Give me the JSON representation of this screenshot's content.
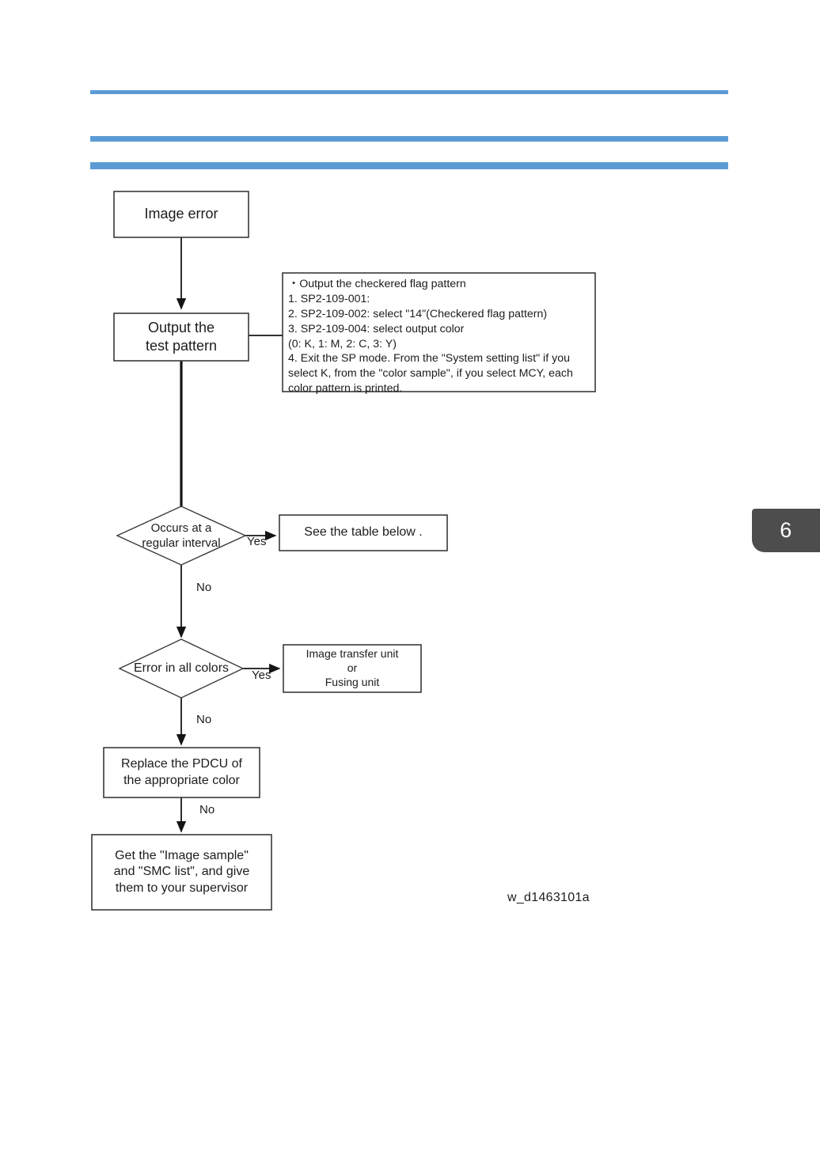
{
  "page": {
    "chapter_tab_number": "6",
    "figure_id": "w_d1463101a",
    "accent_color": "#5b9bd5",
    "tab_color": "#4d4d4d",
    "line_color": "#141414"
  },
  "flowchart": {
    "title": "Image error troubleshooting",
    "nodes": {
      "start": {
        "type": "process",
        "label": "Image error"
      },
      "output_test_pattern": {
        "type": "process",
        "label": "Output the\ntest pattern"
      },
      "annotation": {
        "type": "note",
        "label": "・Output the checkered flag pattern\n1. SP2-109-001:\n2. SP2-109-002: select \"14\"(Checkered flag pattern)\n3. SP2-109-004: select output color\n   (0: K, 1: M, 2: C, 3: Y)\n4. Exit the SP mode. From the \"System setting list\" if you\nselect K, from the \"color sample\", if you select MCY, each\ncolor pattern is printed."
      },
      "decision_interval": {
        "type": "decision",
        "label": "Occurs at a\nregular interval"
      },
      "see_table": {
        "type": "process",
        "label": "See the table below ."
      },
      "decision_all_colors": {
        "type": "decision",
        "label": "Error in all colors"
      },
      "transfer_or_fusing": {
        "type": "process",
        "label": "Image transfer unit\nor\nFusing unit"
      },
      "replace_pdcu": {
        "type": "process",
        "label": "Replace the PDCU of\nthe appropriate color"
      },
      "escalate": {
        "type": "process",
        "label": "Get the \"Image sample\"\nand \"SMC list\", and give\nthem to your supervisor"
      }
    },
    "edge_labels": {
      "interval_yes": "Yes",
      "interval_no": "No",
      "all_colors_yes": "Yes",
      "all_colors_no": "No",
      "pdcu_no": "No"
    }
  }
}
